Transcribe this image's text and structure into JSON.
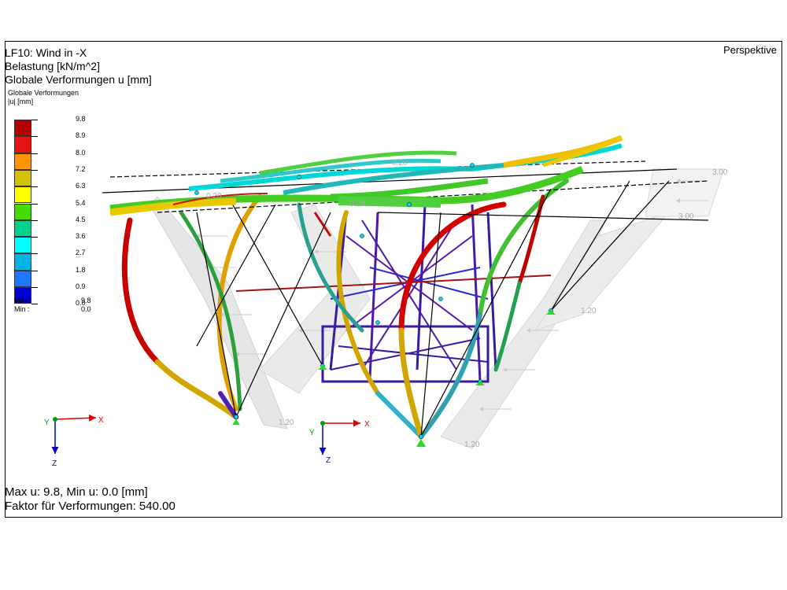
{
  "header": {
    "line1": "LF10: Wind in -X",
    "line2": "Belastung [kN/m^2]",
    "line3": "Globale Verformungen u [mm]"
  },
  "view_label": "Perspektive",
  "legend": {
    "title1": "Globale Verformungen",
    "title2": "|u| [mm]",
    "values": [
      "9.8",
      "8.9",
      "8.0",
      "7.2",
      "6.3",
      "5.4",
      "4.5",
      "3.6",
      "2.7",
      "1.8",
      "0.9",
      "0.0"
    ],
    "colors": [
      "#b40000",
      "#e61414",
      "#ff9600",
      "#d2c300",
      "#ffff00",
      "#46dc00",
      "#00d28c",
      "#00ffff",
      "#00b4e6",
      "#1e78ff",
      "#0000d2"
    ],
    "max_label": "Max :",
    "max_value": "9.8",
    "min_label": "Min :",
    "min_value": "0.0"
  },
  "axes": [
    {
      "x": "X",
      "y": "Y",
      "z": "Z"
    },
    {
      "x": "X",
      "y": "Y",
      "z": "Z"
    }
  ],
  "load_labels": [
    "3.00",
    "3.00",
    "1.20",
    "1.20",
    "1.20",
    "0.20",
    "0.20",
    "0.20"
  ],
  "footer": {
    "line1": "Max u: 9.8, Min u: 0.0 [mm]",
    "line2": "Faktor für Verformungen: 540.00"
  }
}
